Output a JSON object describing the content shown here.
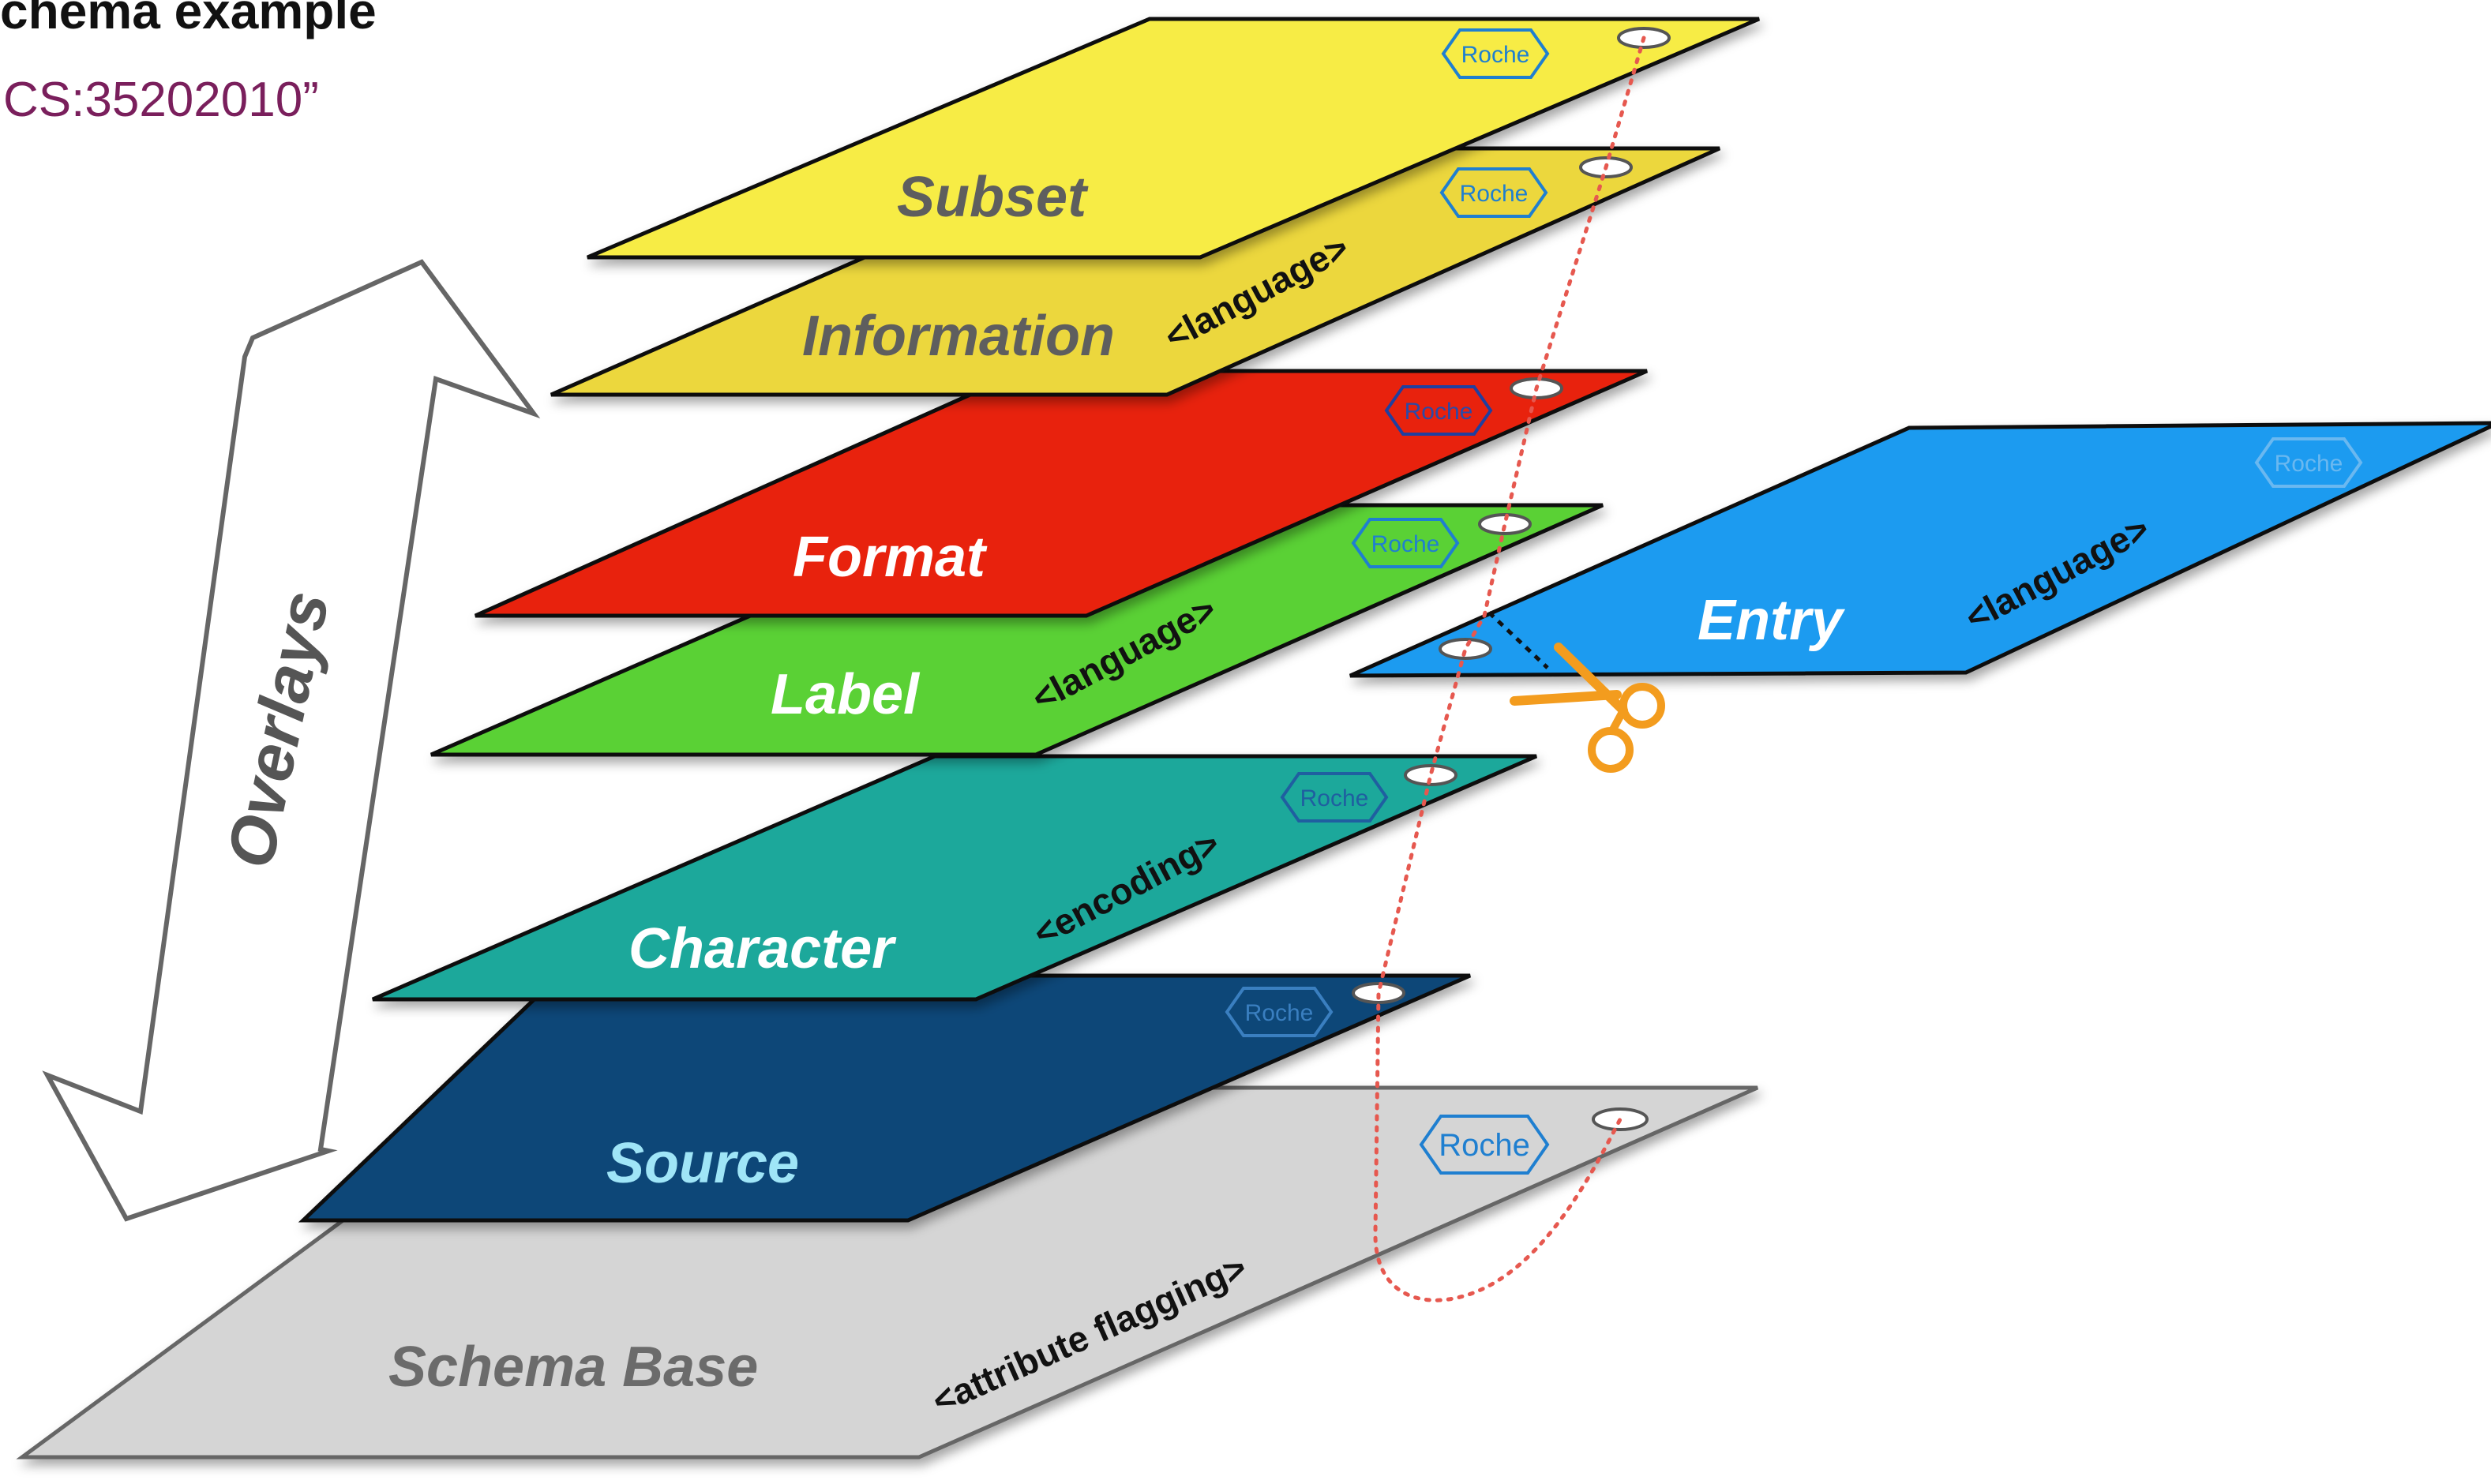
{
  "header": {
    "title": "chema example",
    "subtitle": "CS:35202010”"
  },
  "overlays_arrow": {
    "label": "Overlays"
  },
  "logo_text": "Roche",
  "layers": [
    {
      "name": "Subset",
      "tag": "",
      "fill": "#f7ec45",
      "text_color": "#5e5e5e"
    },
    {
      "name": "Information",
      "tag": "<language>",
      "fill": "#ecd73d",
      "text_color": "#5e5e5e"
    },
    {
      "name": "Format",
      "tag": "",
      "fill": "#e8230d",
      "text_color": "#ffffff"
    },
    {
      "name": "Label",
      "tag": "<language>",
      "fill": "#5ad136",
      "text_color": "#ffffff"
    },
    {
      "name": "Entry",
      "tag": "<language>",
      "fill": "#1e9bf0",
      "text_color": "#ffffff"
    },
    {
      "name": "Character",
      "tag": "<encoding>",
      "fill": "#1fa89b",
      "text_color": "#ffffff"
    },
    {
      "name": "Source",
      "tag": "",
      "fill": "#0c4778",
      "text_color": "#9fe5f7"
    },
    {
      "name": "Schema Base",
      "tag": "<attribute flagging>",
      "fill": "#d5d5d5",
      "text_color": "#6b6b6b"
    }
  ],
  "colors": {
    "thread": "#e6584f",
    "scissors": "#f39c1e",
    "logo_blue": "#1f7fd0",
    "arrow_outline": "#666666"
  }
}
